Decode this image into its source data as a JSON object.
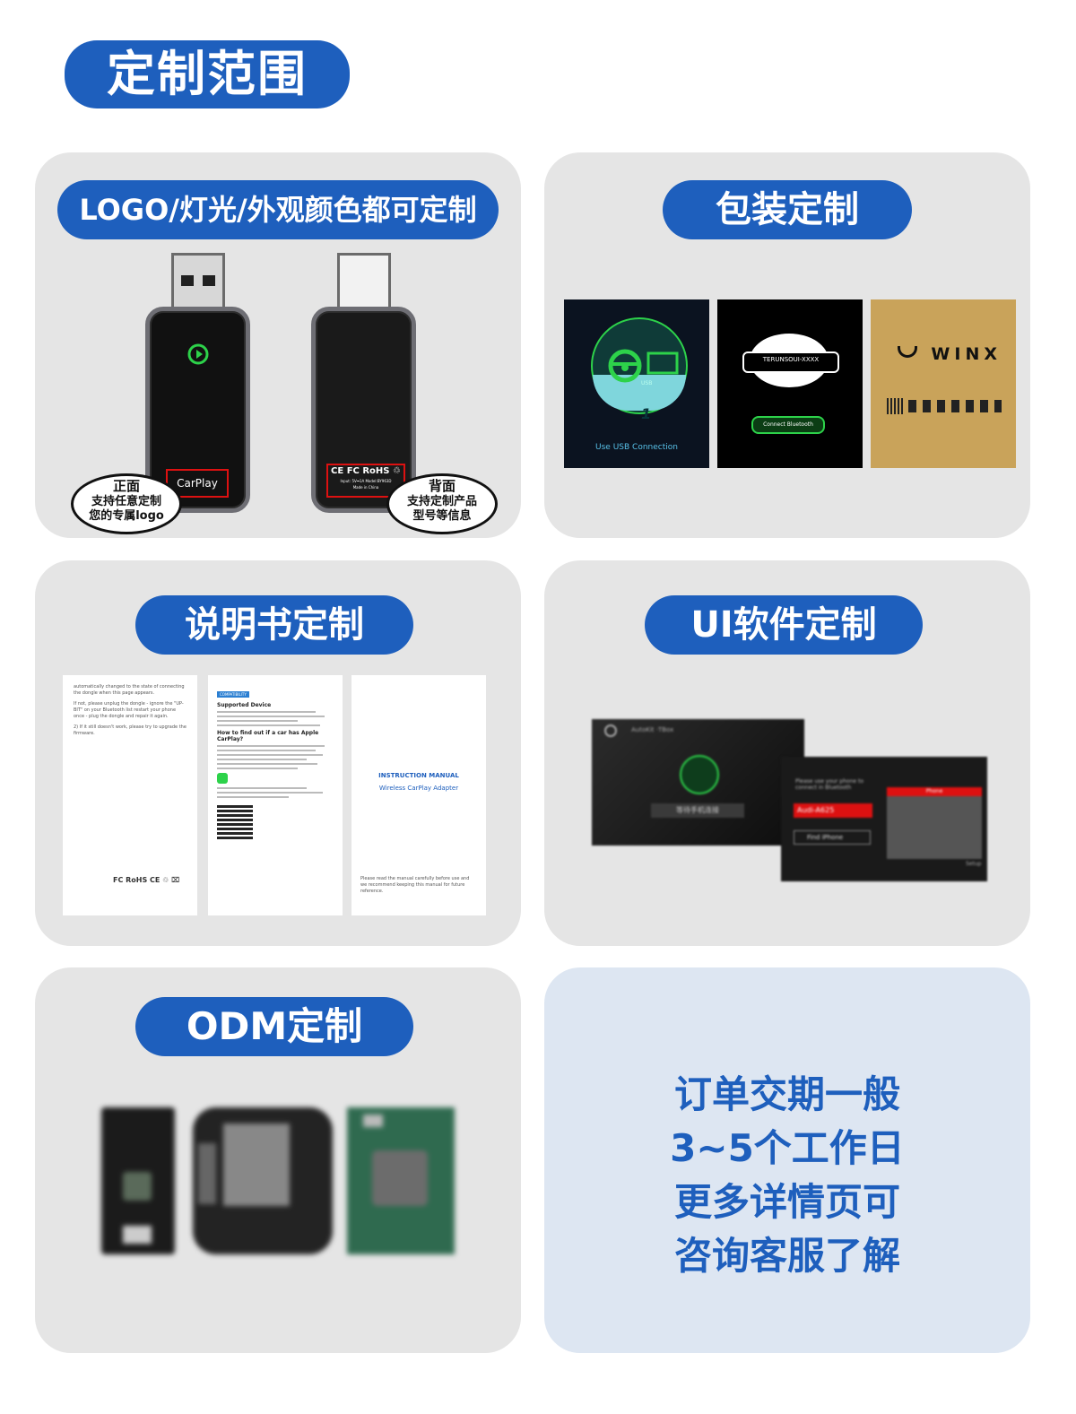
{
  "header": {
    "title": "定制范围"
  },
  "cards": {
    "logo": {
      "title": "LOGO/灯光/外观颜色都可定制",
      "front_label": "CarPlay",
      "front_bubble_title": "正面",
      "front_bubble_line1": "支持任意定制",
      "front_bubble_line2": "您的专属logo",
      "back_label_marks": "CE FC RoHS ♲",
      "back_label_line1": "Input: 5V⎓1A  Model:BY963D",
      "back_label_line2": "Made in China",
      "back_bubble_title": "背面",
      "back_bubble_line1": "支持定制产品",
      "back_bubble_line2": "型号等信息"
    },
    "packaging": {
      "title": "包装定制",
      "box1_number": "1",
      "box1_usb": "USB",
      "box1_caption": "Use USB Connection",
      "box2_brand": "TERUNSOUI-XXXX",
      "box2_button": "Connect Bluetooth",
      "box3_brand": "WINX"
    },
    "manual": {
      "title": "说明书定制",
      "p1_text1": "automatically changed to the state of connecting the dongle when this page appears.",
      "p1_text2": "If not, please unplug the dongle - ignore the \"UP-BIT\" on your Bluetooth list restart your phone once - plug the dongle and repair it again.",
      "p1_text3": "2) If it still doesn't work, please try to upgrade the firmware.",
      "p1_marks": "FC RoHS CE ♲ ⌧",
      "p2_badge": "COMPATIBILITY",
      "p2_heading1": "Supported Device",
      "p2_heading2": "How to find out if a car has Apple CarPlay?",
      "p3_title1": "INSTRUCTION MANUAL",
      "p3_title2": "Wireless CarPlay Adapter",
      "p3_footer": "Please read the manual carefully before use and we recommend keeping this manual for future reference."
    },
    "ui": {
      "title": "UI软件定制",
      "screen1_title": "AutoKit ·TBox",
      "screen1_button": "等待手机连接",
      "screen2_prompt": "Please use your phone to connect in Bluetooth",
      "screen2_car": "Audi-A625",
      "screen2_find": "Find iPhone",
      "screen2_tab": "Phone",
      "screen2_setup": "Setup"
    },
    "odm": {
      "title": "ODM定制"
    },
    "delivery": {
      "line1": "订单交期一般",
      "line2": "3~5个工作日",
      "line3": "更多详情页可",
      "line4": "咨询客服了解"
    }
  },
  "colors": {
    "accent_blue": "#1e5fbd",
    "card_gray": "#e5e5e5",
    "card_light_blue": "#dde6f2",
    "carplay_green": "#2dd24a"
  }
}
